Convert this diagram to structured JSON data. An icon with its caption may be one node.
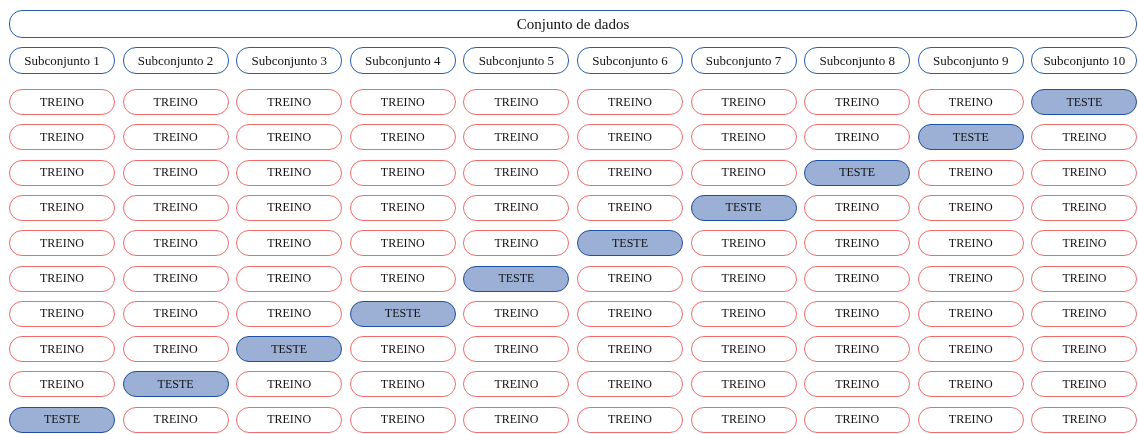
{
  "diagram": {
    "nodes": [
      {
        "text": [
          "Conjunto de dados"
        ]
      },
      {
        "text": [
          "Subconjunto 1"
        ]
      },
      {
        "text": [
          "Subconjunto 2"
        ]
      },
      {
        "text": [
          "Subconjunto 3"
        ]
      },
      {
        "text": [
          "Subconjunto 4"
        ]
      },
      {
        "text": [
          "Subconjunto 5"
        ]
      },
      {
        "text": [
          "Subconjunto 6"
        ]
      },
      {
        "text": [
          "Subconjunto 7"
        ]
      },
      {
        "text": [
          "Subconjunto 8"
        ]
      },
      {
        "text": [
          "Subconjunto 9"
        ]
      },
      {
        "text": [
          "Subconjunto 10"
        ]
      },
      {
        "text": [
          "TREINO"
        ]
      },
      {
        "text": [
          "TREINO"
        ]
      },
      {
        "text": [
          "TREINO"
        ]
      },
      {
        "text": [
          "TREINO"
        ]
      },
      {
        "text": [
          "TREINO"
        ]
      },
      {
        "text": [
          "TREINO"
        ]
      },
      {
        "text": [
          "TREINO"
        ]
      },
      {
        "text": [
          "TREINO"
        ]
      },
      {
        "text": [
          "TREINO"
        ]
      },
      {
        "text": [
          "TESTE"
        ]
      },
      {
        "text": [
          "TREINO"
        ]
      },
      {
        "text": [
          "TREINO"
        ]
      },
      {
        "text": [
          "TREINO"
        ]
      },
      {
        "text": [
          "TREINO"
        ]
      },
      {
        "text": [
          "TREINO"
        ]
      },
      {
        "text": [
          "TREINO"
        ]
      },
      {
        "text": [
          "TREINO"
        ]
      },
      {
        "text": [
          "TREINO"
        ]
      },
      {
        "text": [
          "TESTE"
        ]
      },
      {
        "text": [
          "TREINO"
        ]
      },
      {
        "text": [
          "TREINO"
        ]
      },
      {
        "text": [
          "TREINO"
        ]
      },
      {
        "text": [
          "TREINO"
        ]
      },
      {
        "text": [
          "TREINO"
        ]
      },
      {
        "text": [
          "TREINO"
        ]
      },
      {
        "text": [
          "TREINO"
        ]
      },
      {
        "text": [
          "TREINO"
        ]
      },
      {
        "text": [
          "TESTE"
        ]
      },
      {
        "text": [
          "TREINO"
        ]
      },
      {
        "text": [
          "TREINO"
        ]
      },
      {
        "text": [
          "TREINO"
        ]
      },
      {
        "text": [
          "TREINO"
        ]
      },
      {
        "text": [
          "TREINO"
        ]
      },
      {
        "text": [
          "TREINO"
        ]
      },
      {
        "text": [
          "TREINO"
        ]
      },
      {
        "text": [
          "TREINO"
        ]
      },
      {
        "text": [
          "TESTE"
        ]
      },
      {
        "text": [
          "TREINO"
        ]
      },
      {
        "text": [
          "TREINO"
        ]
      },
      {
        "text": [
          "TREINO"
        ]
      },
      {
        "text": [
          "TREINO"
        ]
      },
      {
        "text": [
          "TREINO"
        ]
      },
      {
        "text": [
          "TREINO"
        ]
      },
      {
        "text": [
          "TREINO"
        ]
      },
      {
        "text": [
          "TREINO"
        ]
      },
      {
        "text": [
          "TESTE"
        ]
      },
      {
        "text": [
          "TREINO"
        ]
      },
      {
        "text": [
          "TREINO"
        ]
      },
      {
        "text": [
          "TREINO"
        ]
      },
      {
        "text": [
          "TREINO"
        ]
      },
      {
        "text": [
          "TREINO"
        ]
      },
      {
        "text": [
          "TREINO"
        ]
      },
      {
        "text": [
          "TREINO"
        ]
      },
      {
        "text": [
          "TREINO"
        ]
      },
      {
        "text": [
          "TESTE"
        ]
      },
      {
        "text": [
          "TREINO"
        ]
      },
      {
        "text": [
          "TREINO"
        ]
      },
      {
        "text": [
          "TREINO"
        ]
      },
      {
        "text": [
          "TREINO"
        ]
      },
      {
        "text": [
          "TREINO"
        ]
      },
      {
        "text": [
          "TREINO"
        ]
      },
      {
        "text": [
          "TREINO"
        ]
      },
      {
        "text": [
          "TREINO"
        ]
      },
      {
        "text": [
          "TESTE"
        ]
      },
      {
        "text": [
          "TREINO"
        ]
      },
      {
        "text": [
          "TREINO"
        ]
      },
      {
        "text": [
          "TREINO"
        ]
      },
      {
        "text": [
          "TREINO"
        ]
      },
      {
        "text": [
          "TREINO"
        ]
      },
      {
        "text": [
          "TREINO"
        ]
      },
      {
        "text": [
          "TREINO"
        ]
      },
      {
        "text": [
          "TREINO"
        ]
      },
      {
        "text": [
          "TESTE"
        ]
      },
      {
        "text": [
          "TREINO"
        ]
      },
      {
        "text": [
          "TREINO"
        ]
      },
      {
        "text": [
          "TREINO"
        ]
      },
      {
        "text": [
          "TREINO"
        ]
      },
      {
        "text": [
          "TREINO"
        ]
      },
      {
        "text": [
          "TREINO"
        ]
      },
      {
        "text": [
          "TREINO"
        ]
      },
      {
        "text": [
          "TREINO"
        ]
      },
      {
        "text": [
          "TESTE"
        ]
      },
      {
        "text": [
          "TREINO"
        ]
      },
      {
        "text": [
          "TREINO"
        ]
      },
      {
        "text": [
          "TREINO"
        ]
      },
      {
        "text": [
          "TREINO"
        ]
      },
      {
        "text": [
          "TREINO"
        ]
      },
      {
        "text": [
          "TREINO"
        ]
      },
      {
        "text": [
          "TREINO"
        ]
      },
      {
        "text": [
          "TREINO"
        ]
      },
      {
        "text": [
          "TESTE"
        ]
      },
      {
        "text": [
          "TREINO"
        ]
      },
      {
        "text": [
          "TREINO"
        ]
      },
      {
        "text": [
          "TREINO"
        ]
      },
      {
        "text": [
          "TREINO"
        ]
      },
      {
        "text": [
          "TREINO"
        ]
      },
      {
        "text": [
          "TREINO"
        ]
      },
      {
        "text": [
          "TREINO"
        ]
      },
      {
        "text": [
          "TREINO"
        ]
      },
      {
        "text": [
          "TREINO"
        ]
      }
    ]
  }
}
